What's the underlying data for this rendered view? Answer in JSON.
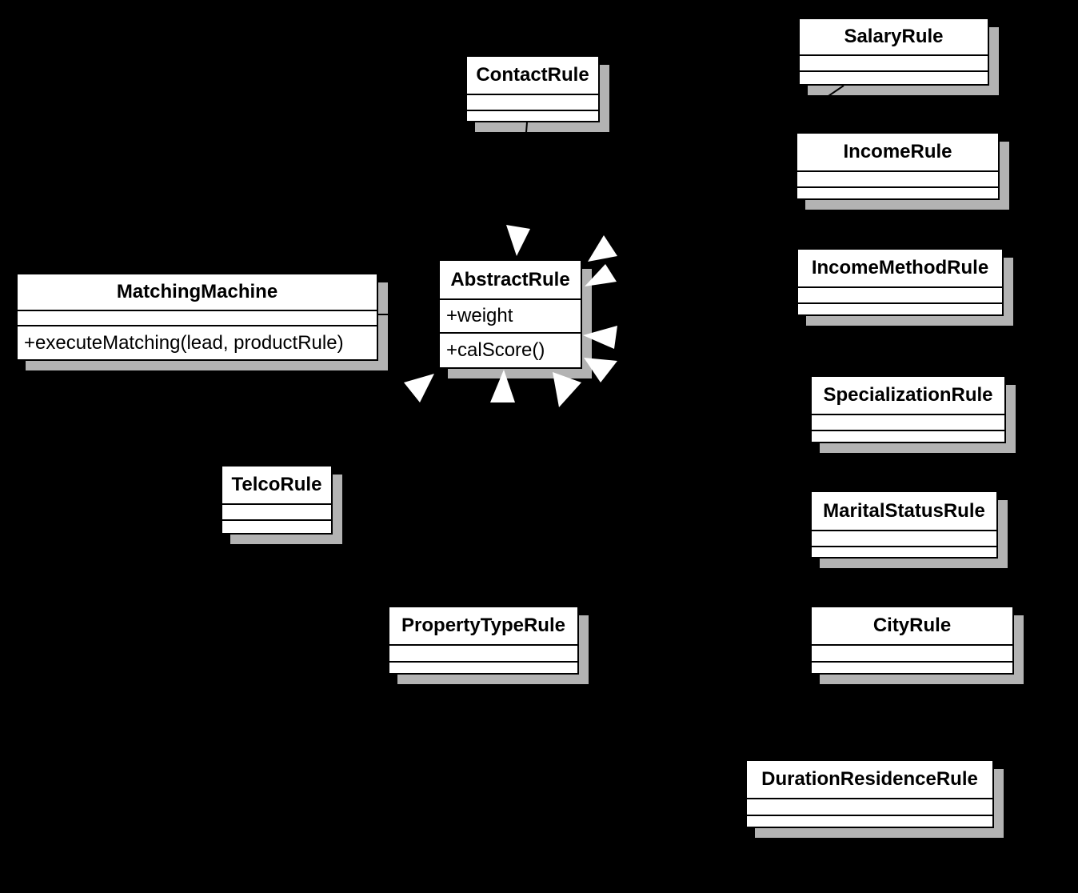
{
  "diagram": {
    "kind": "uml-class-diagram",
    "background_color": "#000000",
    "box_fill_color": "#ffffff",
    "box_border_color": "#000000",
    "shadow_color": "#b3b3b3",
    "arrowhead_color": "#ffffff"
  },
  "classes": [
    {
      "name": "ContactRule",
      "attributes": "",
      "methods": ""
    },
    {
      "name": "SalaryRule",
      "attributes": "",
      "methods": ""
    },
    {
      "name": "IncomeRule",
      "attributes": "",
      "methods": ""
    },
    {
      "name": "IncomeMethodRule",
      "attributes": "",
      "methods": ""
    },
    {
      "name": "MatchingMachine",
      "attributes": "",
      "methods": "+executeMatching(lead, productRule)"
    },
    {
      "name": "AbstractRule",
      "attributes": "+weight",
      "methods": "+calScore()"
    },
    {
      "name": "SpecializationRule",
      "attributes": "",
      "methods": ""
    },
    {
      "name": "MaritalStatusRule",
      "attributes": "",
      "methods": ""
    },
    {
      "name": "TelcoRule",
      "attributes": "",
      "methods": ""
    },
    {
      "name": "CityRule",
      "attributes": "",
      "methods": ""
    },
    {
      "name": "PropertyTypeRule",
      "attributes": "",
      "methods": ""
    },
    {
      "name": "DurationResidenceRule",
      "attributes": "",
      "methods": ""
    }
  ],
  "relationships": [
    {
      "from": "ContactRule",
      "to": "AbstractRule",
      "type": "generalization"
    },
    {
      "from": "SalaryRule",
      "to": "AbstractRule",
      "type": "generalization"
    },
    {
      "from": "IncomeRule",
      "to": "AbstractRule",
      "type": "generalization"
    },
    {
      "from": "IncomeMethodRule",
      "to": "AbstractRule",
      "type": "generalization"
    },
    {
      "from": "SpecializationRule",
      "to": "AbstractRule",
      "type": "generalization"
    },
    {
      "from": "MaritalStatusRule",
      "to": "AbstractRule",
      "type": "generalization"
    },
    {
      "from": "CityRule",
      "to": "AbstractRule",
      "type": "generalization"
    },
    {
      "from": "DurationResidenceRule",
      "to": "AbstractRule",
      "type": "generalization"
    },
    {
      "from": "PropertyTypeRule",
      "to": "AbstractRule",
      "type": "generalization"
    },
    {
      "from": "TelcoRule",
      "to": "AbstractRule",
      "type": "generalization"
    },
    {
      "from": "MatchingMachine",
      "to": "AbstractRule",
      "type": "association"
    }
  ]
}
